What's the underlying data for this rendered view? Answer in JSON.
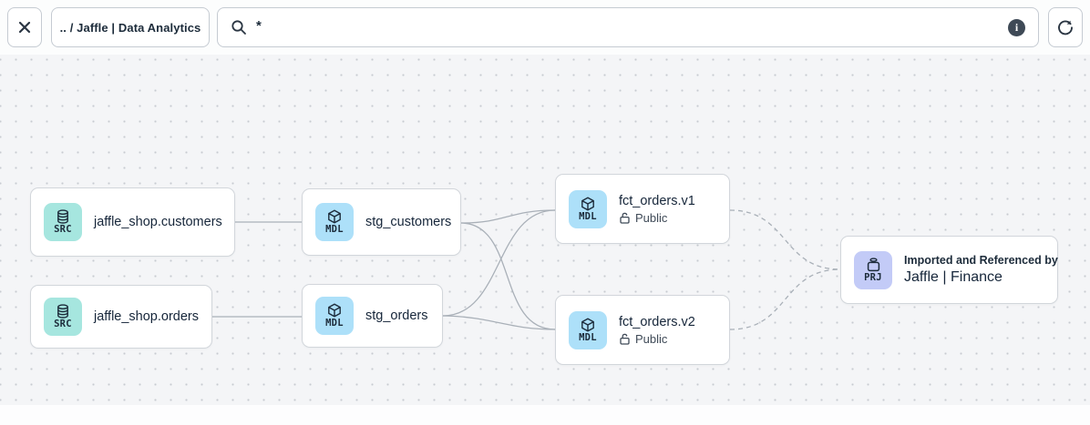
{
  "toolbar": {
    "breadcrumb": ".. / Jaffle | Data Analytics",
    "search": {
      "value": "*",
      "placeholder": ""
    },
    "icons": {
      "close": "close-icon",
      "search": "search-icon",
      "info": "info-icon",
      "refresh": "refresh-icon"
    },
    "info_glyph": "i"
  },
  "graph": {
    "nodes": [
      {
        "id": "src-jaffle-shop-customers",
        "type": "source",
        "badge": "SRC",
        "title": "jaffle_shop.customers"
      },
      {
        "id": "src-jaffle-shop-orders",
        "type": "source",
        "badge": "SRC",
        "title": "jaffle_shop.orders"
      },
      {
        "id": "mdl-stg-customers",
        "type": "model",
        "badge": "MDL",
        "title": "stg_customers"
      },
      {
        "id": "mdl-stg-orders",
        "type": "model",
        "badge": "MDL",
        "title": "stg_orders"
      },
      {
        "id": "mdl-fct-orders-v1",
        "type": "model",
        "badge": "MDL",
        "title": "fct_orders.v1",
        "access": "Public"
      },
      {
        "id": "mdl-fct-orders-v2",
        "type": "model",
        "badge": "MDL",
        "title": "fct_orders.v2",
        "access": "Public"
      },
      {
        "id": "prj-jaffle-finance",
        "type": "project",
        "badge": "PRJ",
        "subtitle": "Imported and Referenced by",
        "title": "Jaffle | Finance"
      }
    ],
    "edges": [
      {
        "from": "jaffle_shop.customers",
        "to": "stg_customers",
        "style": "solid"
      },
      {
        "from": "jaffle_shop.orders",
        "to": "stg_orders",
        "style": "solid"
      },
      {
        "from": "stg_customers",
        "to": "fct_orders.v1",
        "style": "solid"
      },
      {
        "from": "stg_customers",
        "to": "fct_orders.v2",
        "style": "solid"
      },
      {
        "from": "stg_orders",
        "to": "fct_orders.v1",
        "style": "solid"
      },
      {
        "from": "stg_orders",
        "to": "fct_orders.v2",
        "style": "solid"
      },
      {
        "from": "fct_orders.v1",
        "to": "Jaffle | Finance",
        "style": "dashed"
      },
      {
        "from": "fct_orders.v2",
        "to": "Jaffle | Finance",
        "style": "dashed"
      }
    ]
  },
  "colors": {
    "canvas_bg": "#f4f5f7",
    "dot": "#c7cbd1",
    "edge": "#a9b0b8",
    "node_border": "#d2d6db",
    "text_dark": "#1c2b3a",
    "badge_source": "#a6e6df",
    "badge_model": "#ade0f9",
    "badge_project": "#c3cbf7",
    "info_circle": "#3e4956"
  }
}
